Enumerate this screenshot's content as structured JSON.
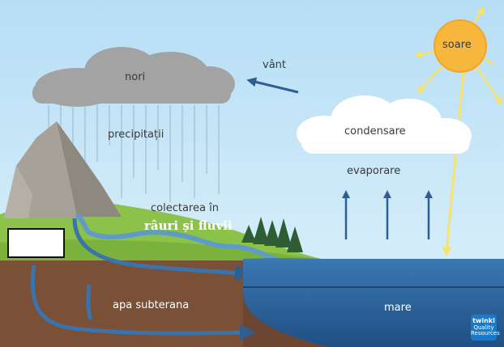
{
  "labels": {
    "sun": "soare",
    "wind": "vânt",
    "clouds": "nori",
    "precipitation": "precipitații",
    "condensation": "condensare",
    "evaporation": "evaporare",
    "collection_line1": "colectarea în",
    "collection_line2": "râuri și fluvii",
    "groundwater": "apa subterana",
    "sea": "mare"
  },
  "badge": {
    "brand": "twinkl",
    "tagline": "Quality Resources"
  },
  "colors": {
    "sky": "#bfe3f6",
    "sun": "#f6b73c",
    "sun_rays": "#f7e26b",
    "rain_cloud": "#a3a3a3",
    "white_cloud": "#ffffff",
    "grass": "#8cc24a",
    "soil": "#7a5136",
    "mountain": "#a7a298",
    "sea": "#2f6aa3",
    "arrows": "#2f5f91"
  }
}
